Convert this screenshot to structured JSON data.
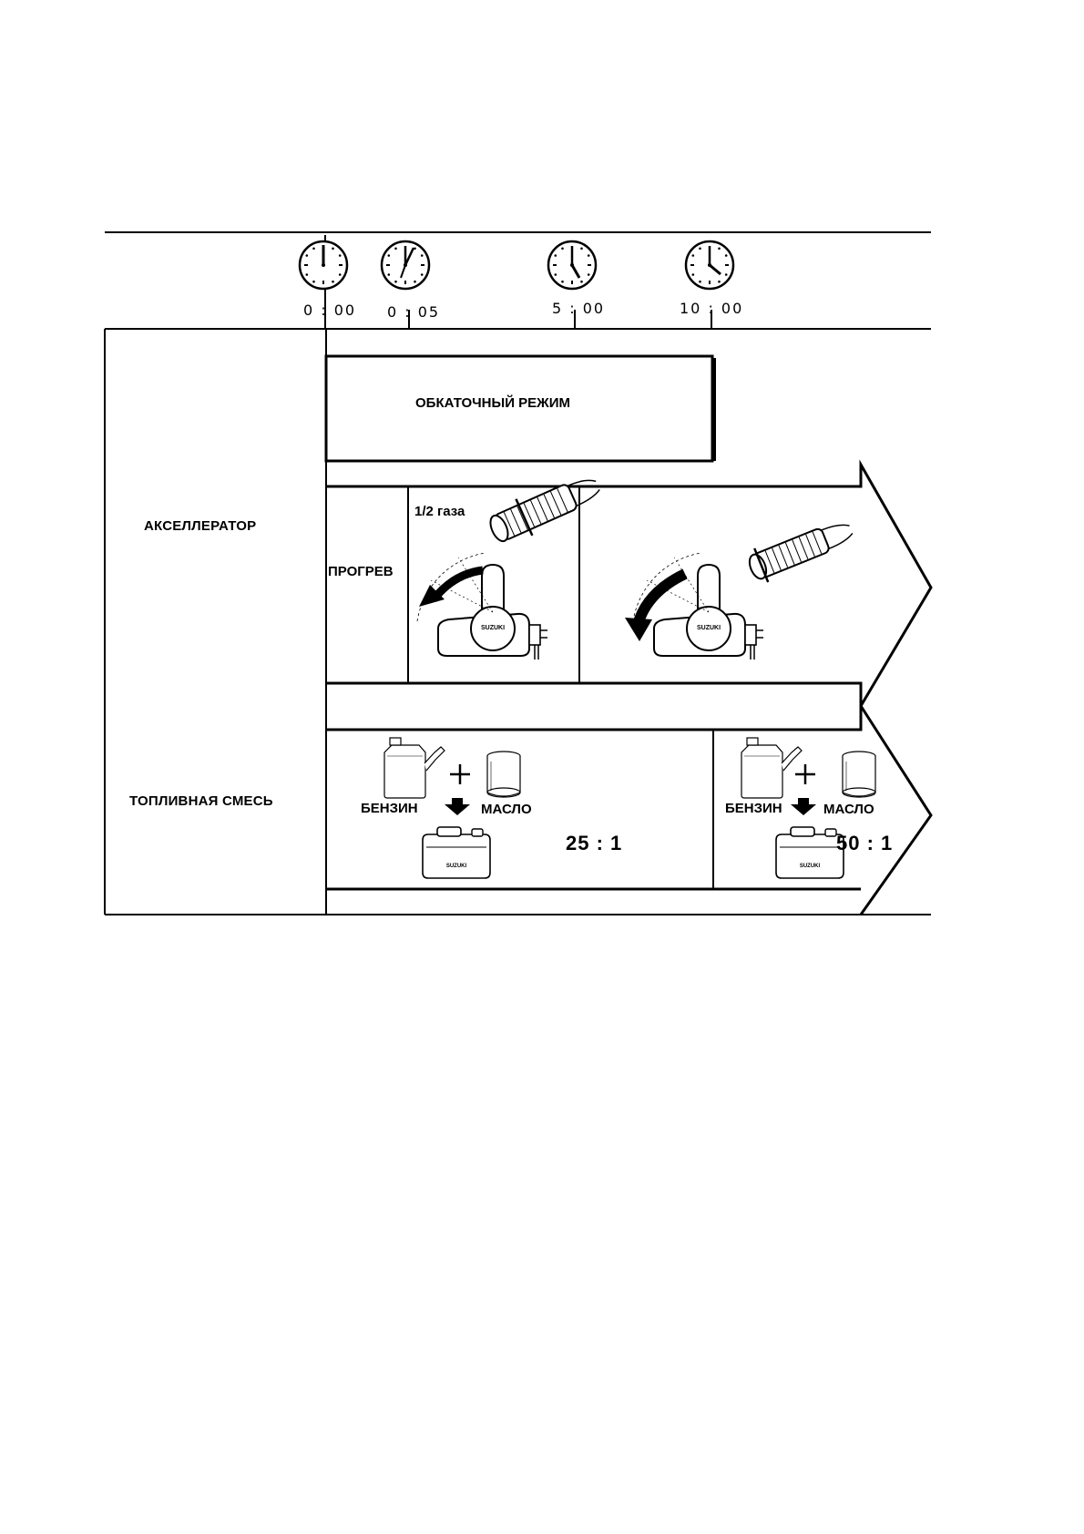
{
  "timeline": {
    "times": [
      "0 : 00",
      "0 : 05",
      "5 : 00",
      "10 : 00"
    ]
  },
  "rows": {
    "break_in_label": "ОБКАТОЧНЫЙ РЕЖИМ",
    "throttle_label": "АКСЕЛЛЕРАТОР",
    "fuel_label": "ТОПЛИВНАЯ СМЕСЬ"
  },
  "throttle": {
    "warmup_label": "ПРОГРЕВ",
    "half_throttle_label": "1/2 газа"
  },
  "fuel": {
    "first": {
      "petrol_label": "БЕНЗИН",
      "oil_label": "МАСЛО",
      "ratio": "25 : 1"
    },
    "second": {
      "petrol_label": "БЕНЗИН",
      "oil_label": "МАСЛО",
      "ratio": "50 : 1"
    }
  },
  "icons": [
    "clock-icon",
    "throttle-lever-icon",
    "twist-grip-icon",
    "curved-arrow-icon",
    "fuel-can-icon",
    "oil-can-icon",
    "plus-icon",
    "down-arrow-icon",
    "mix-tank-icon"
  ]
}
